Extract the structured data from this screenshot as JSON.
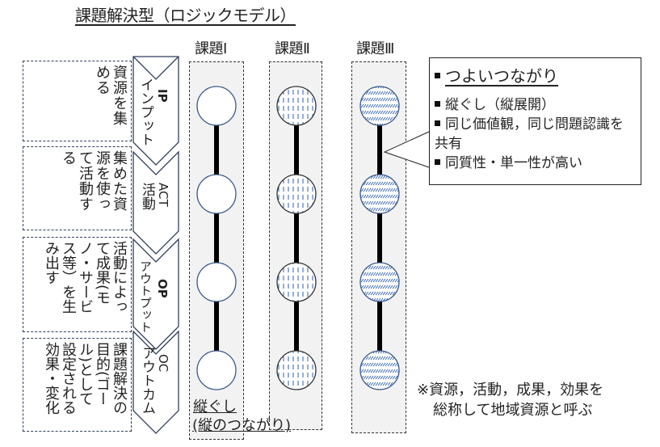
{
  "title": "課題解決型（ロジックモデル）",
  "columns": [
    {
      "label": "課題Ⅰ",
      "fill": "none"
    },
    {
      "label": "課題Ⅱ",
      "fill": "vertical-dashes"
    },
    {
      "label": "課題Ⅲ",
      "fill": "diagonal-hatch"
    }
  ],
  "stages": [
    {
      "name": "インプット",
      "abbr": "IP",
      "description": "資源を集める"
    },
    {
      "name": "活動",
      "abbr": "ACT",
      "description": "集めた資源を使って活動する"
    },
    {
      "name": "アウトプット",
      "abbr": "OP",
      "description": "活動によって成果(モノ・サービス等）を生み出す"
    },
    {
      "name": "アウトカム",
      "abbr": "OC",
      "description": "課題解決の目的(ゴール)として設定される効果・変化"
    }
  ],
  "descriptions_vertical": [
    "資源を集\nめる",
    "集めた資\n源を使っ\nて活動す\nる",
    "活動によっ\nて成果(モ\nノ・サービ\nス等）を生\nみ出す",
    "課題解決の\n目的(ゴー\nル)として\n設定される\n効果・変化"
  ],
  "callout": {
    "heading": "つよいつながり",
    "items": [
      "縦ぐし（縦展開）",
      "同じ価値観，同じ問題認識を共有",
      "同質性・単一性が高い"
    ]
  },
  "caption": {
    "line1": "縦ぐし",
    "line2": "(縦のつながり)"
  },
  "note": {
    "line1": "※資源，活動，成果，効果を",
    "line2": "総称して地域資源と呼ぶ"
  },
  "colors": {
    "column_bg": "#f2f2f2",
    "circle_stroke": "#3b5a8a",
    "pattern_blue": "#2e5fa8",
    "connector": "#000000"
  }
}
